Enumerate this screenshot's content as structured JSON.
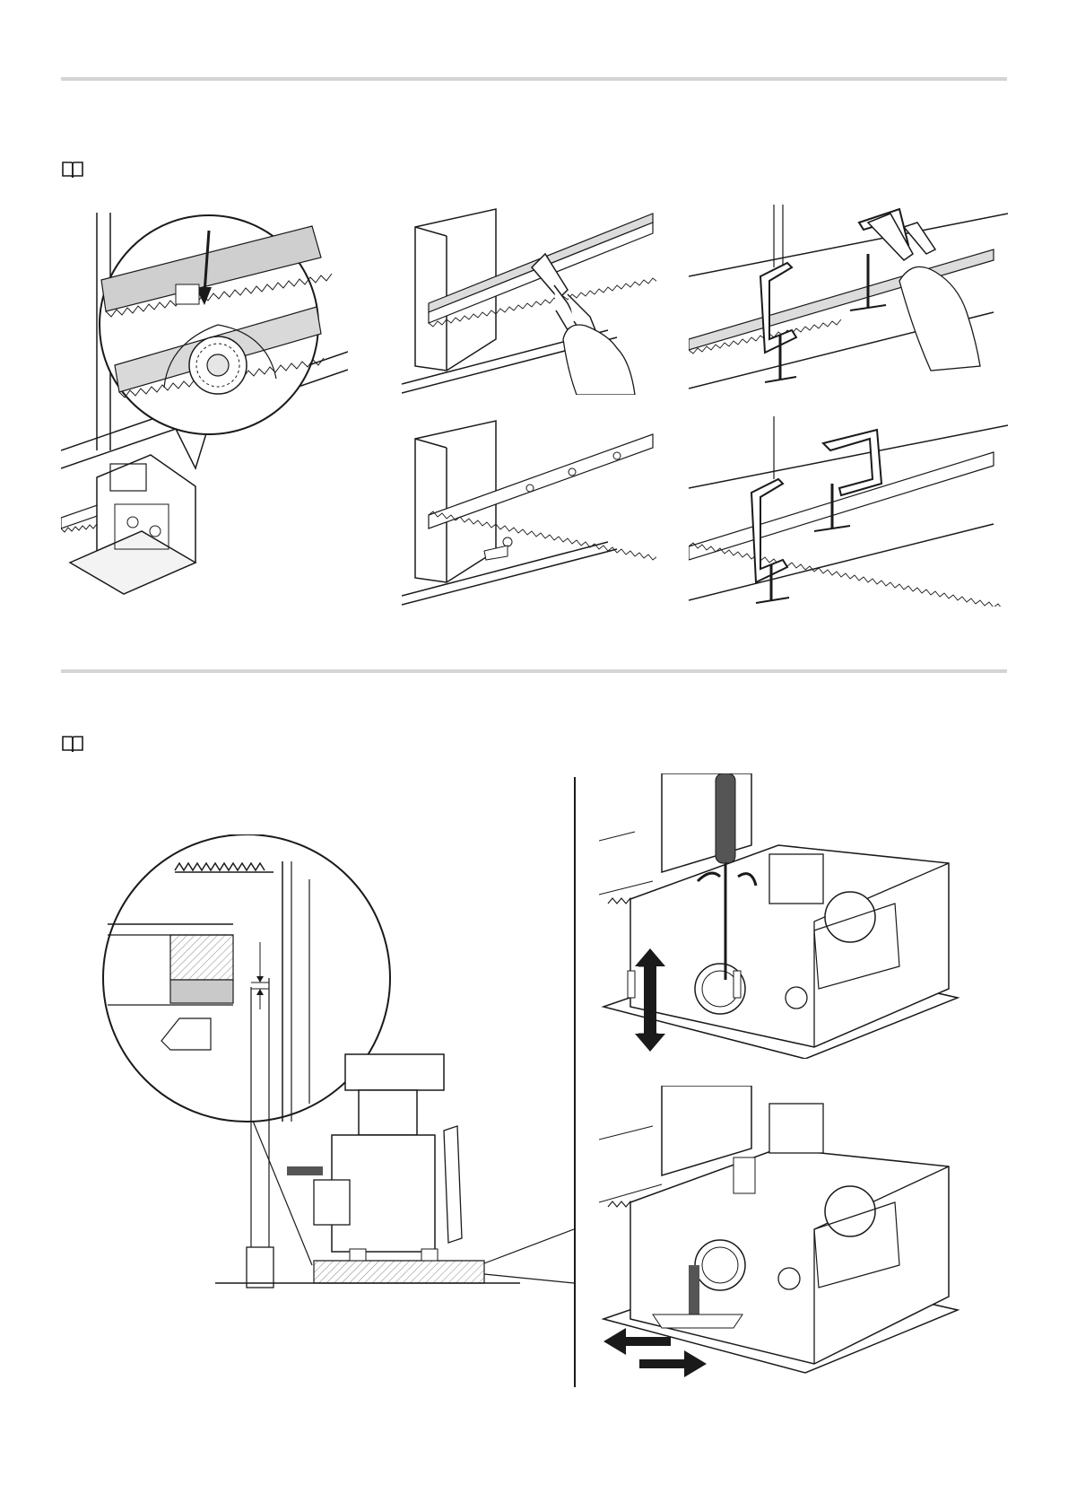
{
  "page": {
    "background": "#ffffff",
    "rule_color": "#d4d4d4",
    "line_color": "#1a1a1a",
    "hatch_color": "#bdbdbd"
  },
  "section_top": {
    "note_icon": "open-book-icon",
    "figures": [
      "rack-gear-detail-figure",
      "rack-clamping-pliers-figure",
      "rack-clamping-pliers-detail-figure",
      "rack-screw-fixing-figure",
      "rack-joint-clamps-figure"
    ]
  },
  "section_bottom": {
    "note_icon": "open-book-icon",
    "figures": [
      "gap-detail-figure",
      "height-adjust-screwdriver-figure",
      "horizontal-adjust-figure"
    ]
  }
}
